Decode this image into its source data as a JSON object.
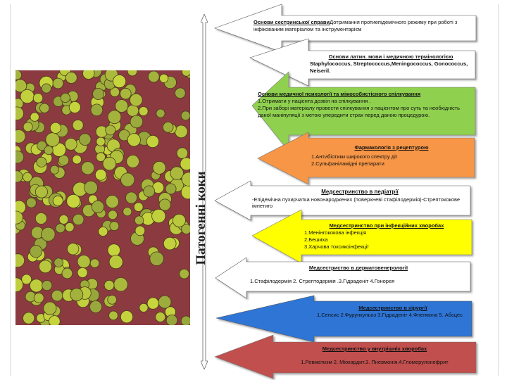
{
  "vertical_title": "Патогенні коки",
  "blocks": [
    {
      "title": "Основи сестринської справи",
      "text": "Дотримання протиепідемічного режиму при роботі з інфікованим матеріалом та інструментарієм",
      "fill": "#ffffff"
    },
    {
      "title": "Основи латин. мови і медичною термінологією",
      "text": "Staphylococcus, Streptococcus,Meningococcus, Gonococcus, Neiseril.",
      "fill": "#ffffff"
    },
    {
      "title": "Основи медичної психології та міжособистісного спілкування",
      "items": [
        "1.Отримати у пацієнта дозвіл на спілкування .",
        "2.При заборі матеріалу провести спілкування з пацієнтом про суть та необхідність даної маніпуляції з метою упередити страх перед даною процедурою."
      ],
      "fill": "#8fd14f"
    },
    {
      "title": "Фармакологія з рецептурою",
      "items": [
        "1.Антибіотики широкого спектру дії",
        "2.Сульфаніламідні препарати"
      ],
      "fill": "#f79646"
    },
    {
      "title": "Медсестринство в педіатрії",
      "text": "-Епідемічна пухирчатка новонароджених (поверхневі стафілодермія)-Стрептококове імпетиго",
      "fill": "#ffffff"
    },
    {
      "title": "Медсестринство при інфекційних хворобах",
      "items": [
        "1.Менінгококова інфекція",
        "2.Бешиха",
        "3.Харчова токсикоінфекції"
      ],
      "fill": "#ffff00"
    },
    {
      "title": "Медсестриство в дерматовенерології",
      "text": "1.Стафілодермія 2. Стрептодермія .3.Гідраденіт 4.Гонорея",
      "fill": "#ffffff"
    },
    {
      "title": "Медсестринство в хірургії",
      "text": "1.Сепсис 2.Фурункульоз 3.Гідраденіт 4.Флегмона 5. Абсцес",
      "fill": "#2e75d6"
    },
    {
      "title": "Медсестринство у внутрішніх хворобах",
      "text": "1.Ревматизм 2. Міокардит.3. Пневмонія.4.Гломерулонефрит",
      "fill": "#c0504d"
    }
  ]
}
